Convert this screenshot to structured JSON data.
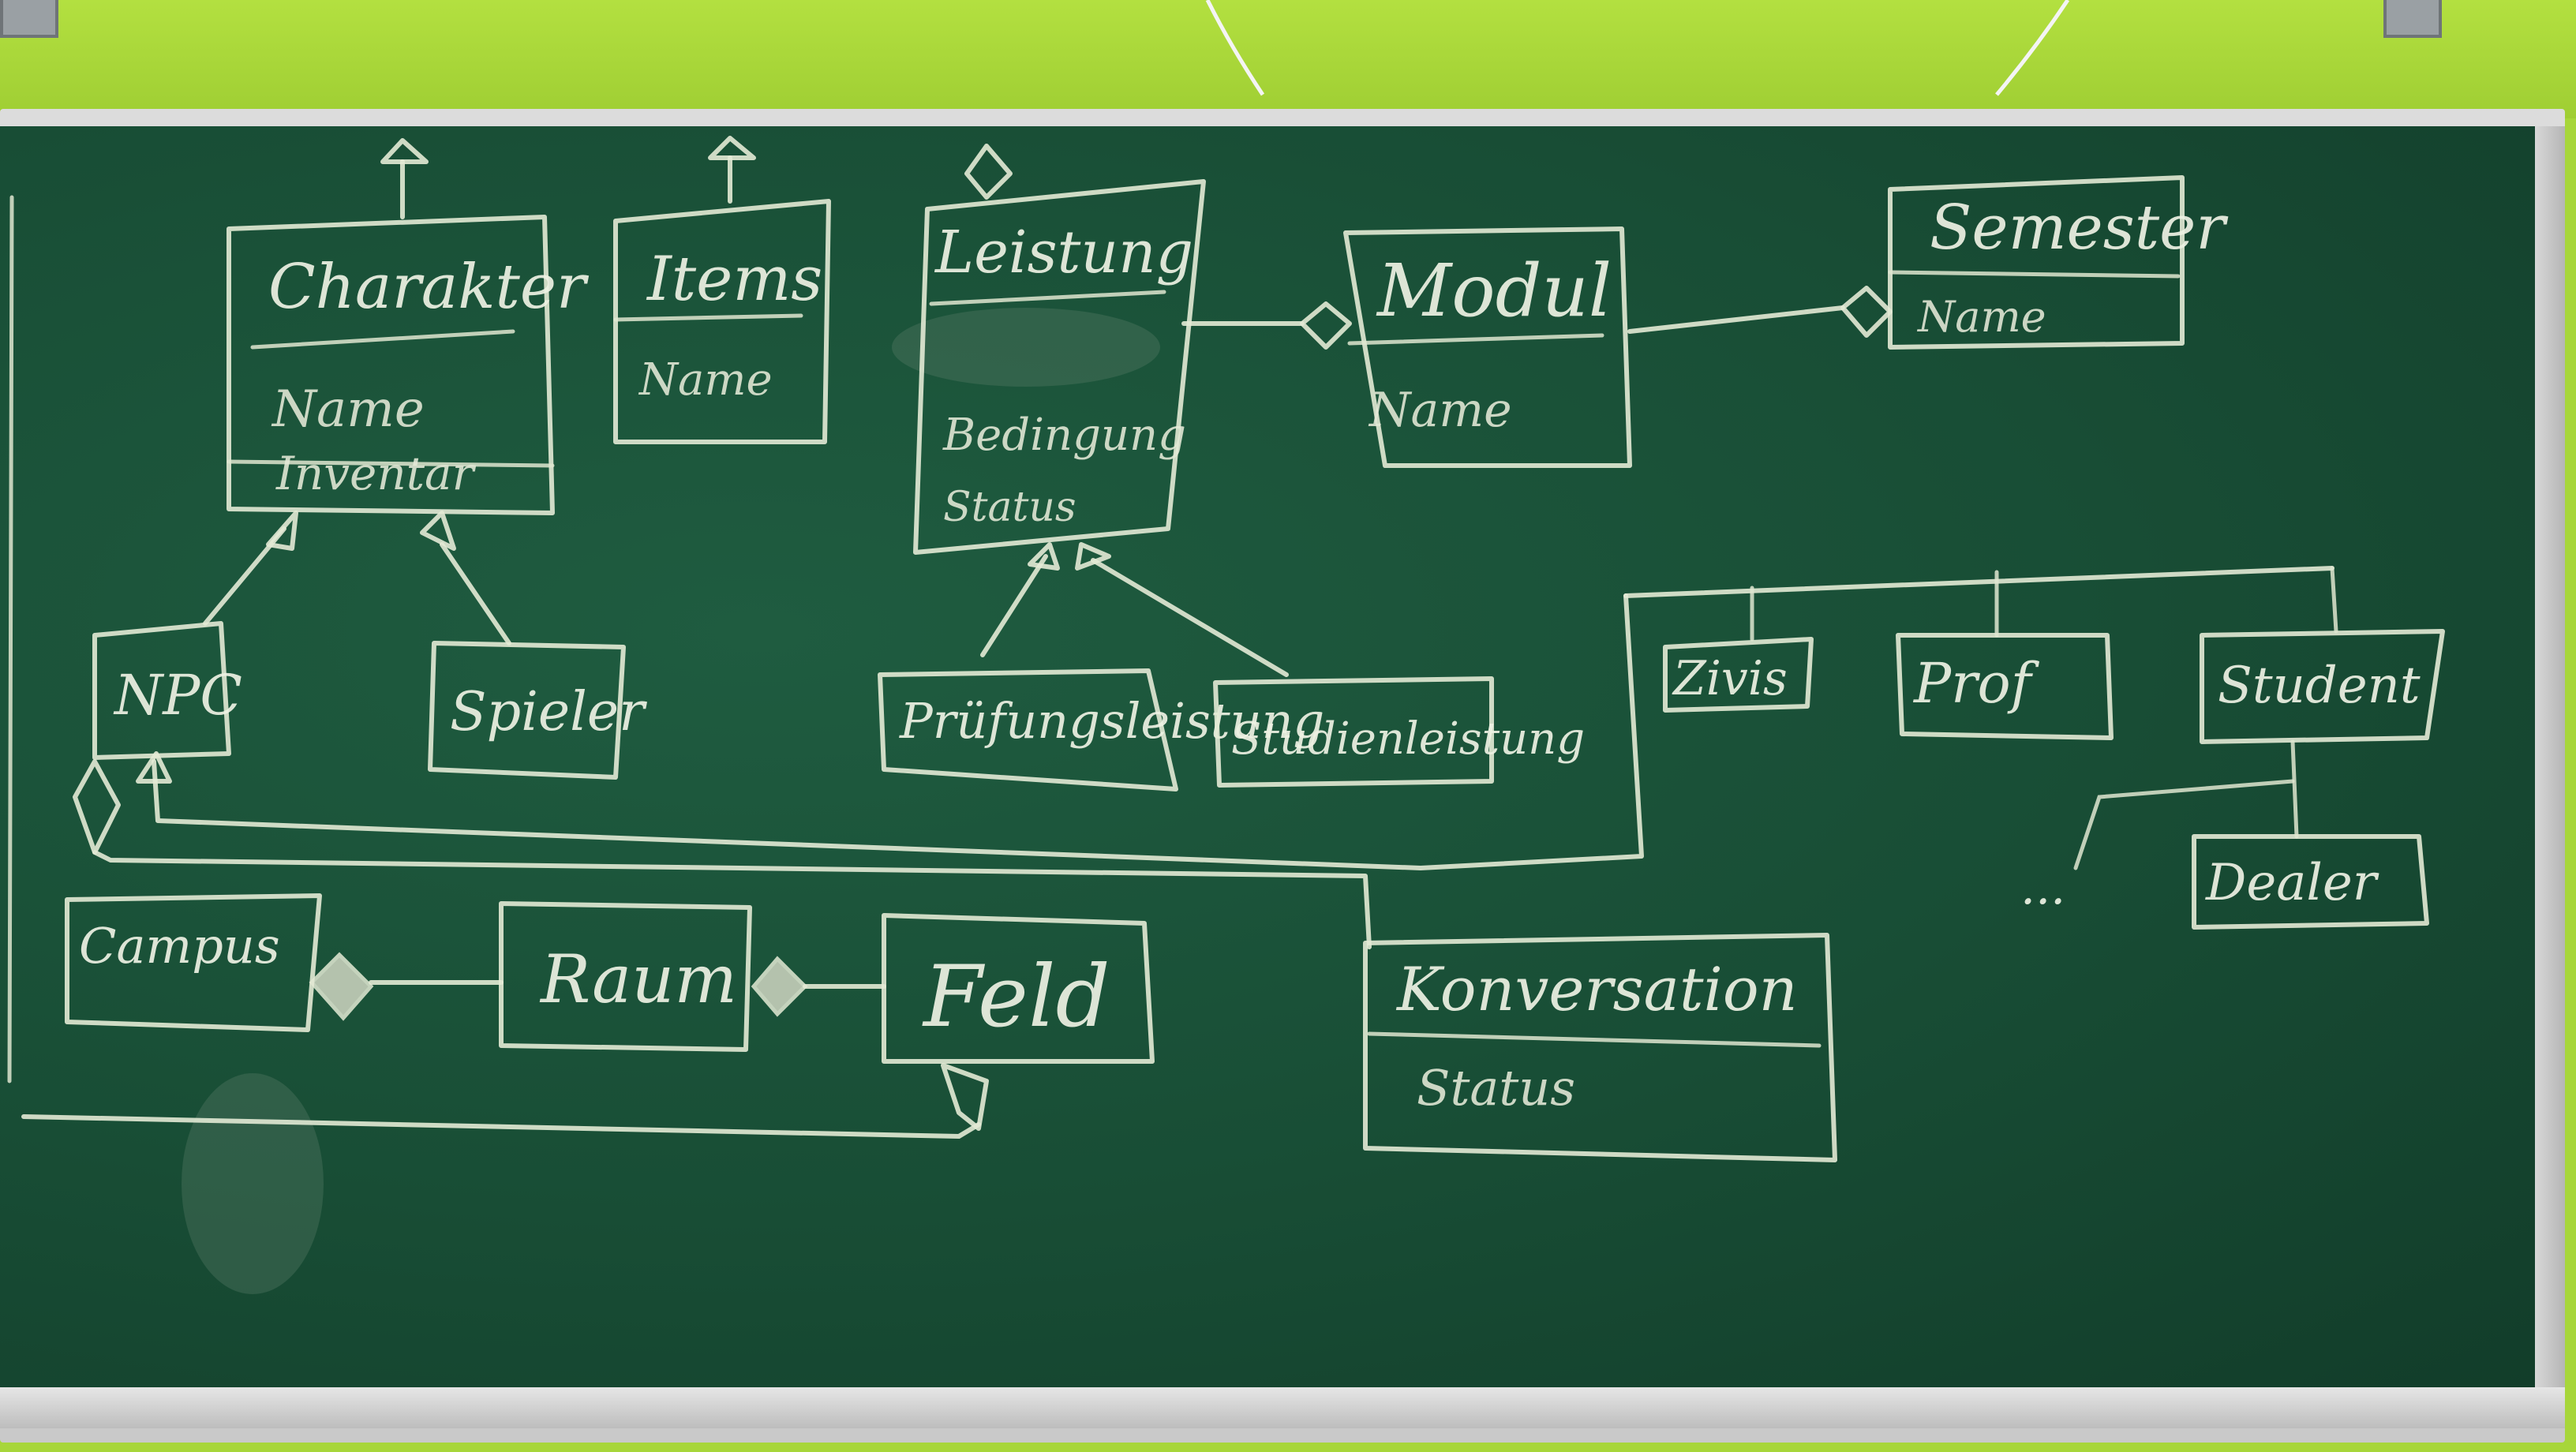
{
  "classes": {
    "charakter": {
      "name": "Charakter",
      "attributes": [
        "Name",
        "Inventar"
      ]
    },
    "items": {
      "name": "Items",
      "attributes": [
        "Name"
      ]
    },
    "leistung": {
      "name": "Leistung",
      "attributes": [
        "Bedingung",
        "Status"
      ]
    },
    "modul": {
      "name": "Modul",
      "attributes": [
        "Name"
      ]
    },
    "semester": {
      "name": "Semester",
      "attributes": [
        "Name"
      ]
    },
    "npc": {
      "name": "NPC"
    },
    "spieler": {
      "name": "Spieler"
    },
    "pruefungsleistung": {
      "name": "Prüfungsleistung"
    },
    "studienleistung": {
      "name": "Studienleistung"
    },
    "zivis": {
      "name": "Zivis"
    },
    "prof": {
      "name": "Prof"
    },
    "student": {
      "name": "Student"
    },
    "dealer": {
      "name": "Dealer"
    },
    "ellipsis": {
      "name": "..."
    },
    "campus": {
      "name": "Campus"
    },
    "raum": {
      "name": "Raum"
    },
    "feld": {
      "name": "Feld"
    },
    "konversation": {
      "name": "Konversation",
      "attributes": [
        "Status"
      ]
    }
  },
  "colors": {
    "board": "#184d35",
    "chalk": "#e3ead5",
    "wall": "#a7d63a",
    "frame": "#d0d0d0"
  }
}
